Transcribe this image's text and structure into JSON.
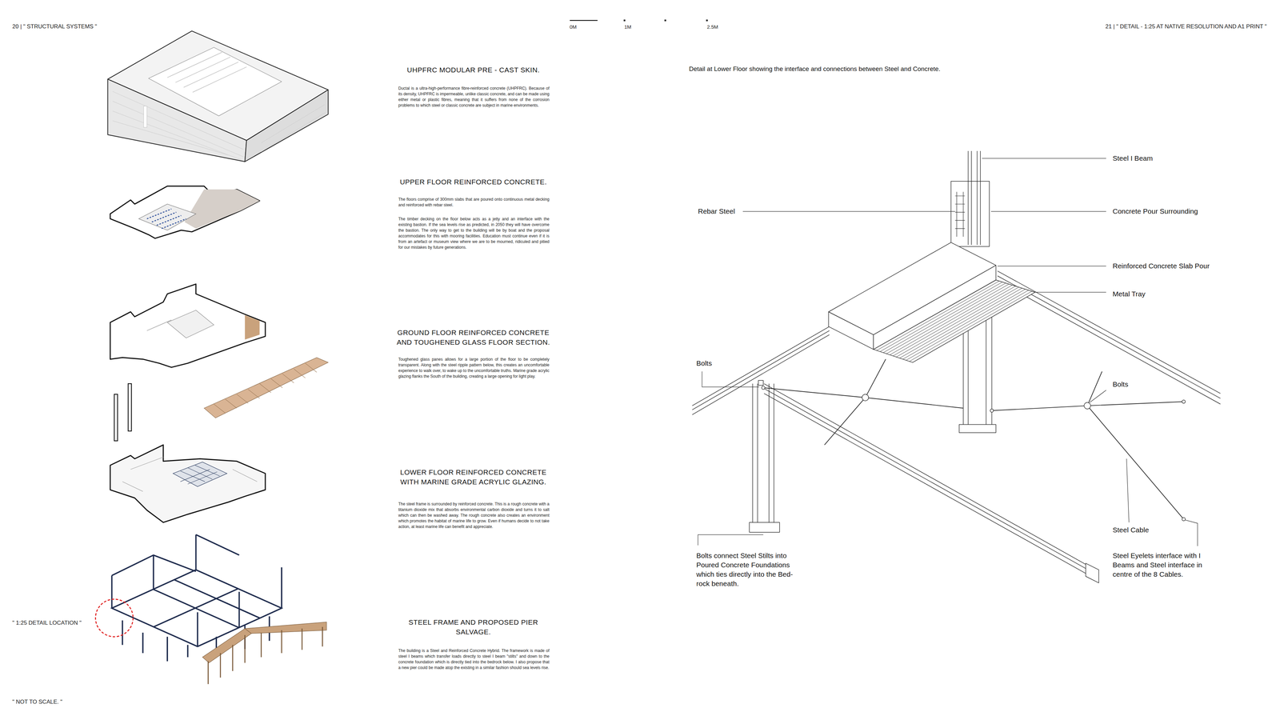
{
  "diagram": {
    "labels": [
      "20 | \" STRUCTURAL SYSTEMS \"",
      "21 | \" DETAIL - 1:25 AT NATIVE RESOLUTION AND A1 PRINT \"",
      "0M",
      "1M",
      "2.5M",
      "UHPFRC MODULAR PRE - CAST SKIN.",
      "Ductal is a ultra-high-performance fibre-reinforced concrete (UHPFRC). Because of its density, UHPFRC is impermeable, unlike classic concrete, and can be made using either metal or plastic fibres, meaning that it suffers from none of the corrosion problems to which steel or classic concrete are subject in marine environments.",
      "UPPER FLOOR REINFORCED CONCRETE.",
      "The floors comprise of 300mm slabs that are poured onto continuous metal decking and reinforced with rebar steel.",
      "The timber decking on the floor below acts as a jetty and an interface with the existing bastion. If the sea levels rise as predicted, in 2050 they will have overcome the bastion. The only way to get to the building will be by boat and the proposal accommodates for this with mooring facilities. Education must continue even if it is from an artefact or museum view where we are to be mourned, ridiculed and pitied for our mistakes by future generations.",
      "GROUND FLOOR REINFORCED CONCRETE AND TOUGHENED GLASS FLOOR SECTION.",
      "Toughened glass panes allows for a large portion of the floor to be completely transparent. Along with the steel ripple pattern below, this creates an uncomfortable experience to walk over, to wake up to the uncomfortable truths. Marine grade acrylic glazing flanks the South of the building, creating a large opening for light play.",
      "LOWER FLOOR REINFORCED CONCRETE WITH MARINE GRADE ACRYLIC GLAZING.",
      "The steel frame is surrounded by reinforced concrete. This is a rough concrete with a titanium dioxide mix that absorbs environmental carbon dioxide and turns it to salt which can then be washed away. The rough concrete also creates an environment which promotes the habitat of marine life to grow. Even if humans decide to not take action, at least marine life can benefit and appreciate.",
      "STEEL FRAME AND PROPOSED PIER SALVAGE.",
      "The building is a Steel and Reinforced Concrete Hybrid. The framework is made of steel I beams which transfer loads directly to steel I beam \"stilts\" and down to the concrete foundation which is directly tied into the bedrock below. I also propose that a new pier could be made atop the existing in a similar fashion should sea levels rise.",
      "\" 1:25 DETAIL LOCATION \"",
      "\" NOT TO SCALE. \"",
      "Detail at Lower Floor showing the interface and connections between Steel and Concrete.",
      "Steel I Beam",
      "Rebar Steel",
      "Concrete Pour Surrounding",
      "Reinforced Concrete Slab Pour",
      "Metal Tray",
      "Bolts",
      "Bolts",
      "Steel Cable",
      "Bolts connect Steel Stilts into Poured Concrete Foundations which ties directly into the Bed-rock beneath.",
      "Steel Eyelets interface with I Beams and Steel interface in centre of the 8 Cables."
    ]
  }
}
